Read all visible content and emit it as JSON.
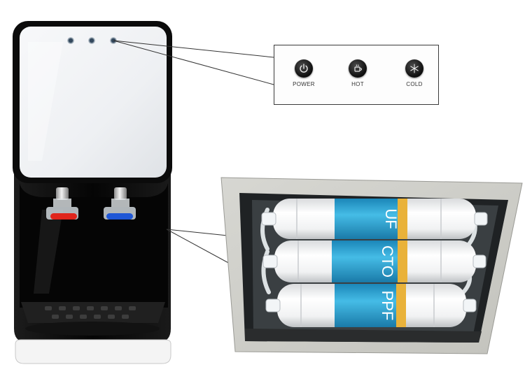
{
  "controls": {
    "power_label": "POWER",
    "hot_label": "HOT",
    "cold_label": "COLD"
  },
  "filters": {
    "top_label": "UF",
    "middle_label": "CTO",
    "bottom_label": "PPF"
  },
  "icons": {
    "power": "power-icon",
    "hot": "cup-icon",
    "cold": "snowflake-icon"
  },
  "colors": {
    "hot_tap": "#e0251c",
    "cold_tap": "#1f57d6",
    "filter_band": "#2aa5d6",
    "filter_accent": "#e9b23a",
    "dispenser_body": "#0c0c0c"
  }
}
